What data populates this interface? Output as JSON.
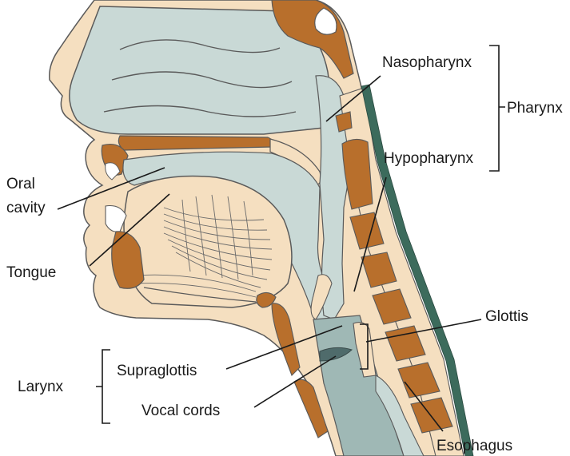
{
  "labels": {
    "nasopharynx": "Nasopharynx",
    "pharynx": "Pharynx",
    "hypopharynx": "Hypopharynx",
    "oral_cavity_line1": "Oral",
    "oral_cavity_line2": "cavity",
    "tongue": "Tongue",
    "glottis": "Glottis",
    "larynx": "Larynx",
    "supraglottis": "Supraglottis",
    "vocal_cords": "Vocal cords",
    "esophagus": "Esophagus"
  },
  "colors": {
    "skin": "#f5dfc0",
    "airway": "#c9d9d6",
    "bone": "#b86f2c",
    "outline": "#5a5a5a",
    "spine_band": "#3c6b5c",
    "text": "#1a1a1a"
  }
}
